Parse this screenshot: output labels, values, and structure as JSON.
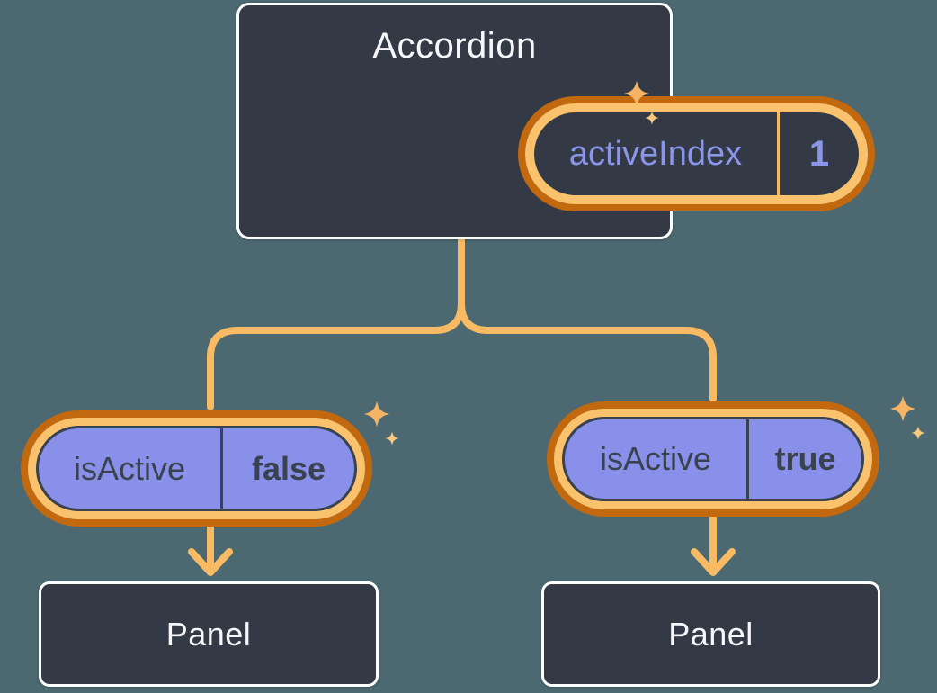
{
  "diagram": {
    "root": {
      "title": "Accordion",
      "state": {
        "label": "activeIndex",
        "value": "1"
      }
    },
    "children": [
      {
        "prop": {
          "label": "isActive",
          "value": "false"
        },
        "panel": {
          "label": "Panel"
        }
      },
      {
        "prop": {
          "label": "isActive",
          "value": "true"
        },
        "panel": {
          "label": "Panel"
        }
      }
    ],
    "icons": {
      "sparkle": "four-point star (state highlight), unicode ✦"
    },
    "colors": {
      "background": "#4C6870",
      "node_fill": "#333A46",
      "node_border": "#FFFFFF",
      "connector": "#F8BB64",
      "ring_outer": "#C2690F",
      "ring_inner": "#FBC26D",
      "prop_fill": "#8890E9",
      "prop_text": "#3A4250",
      "state_text": "#8C96E9",
      "title_text": "#F5F7FA",
      "sparkle_big": "#F5B366",
      "sparkle_small": "#F8C87F"
    }
  }
}
